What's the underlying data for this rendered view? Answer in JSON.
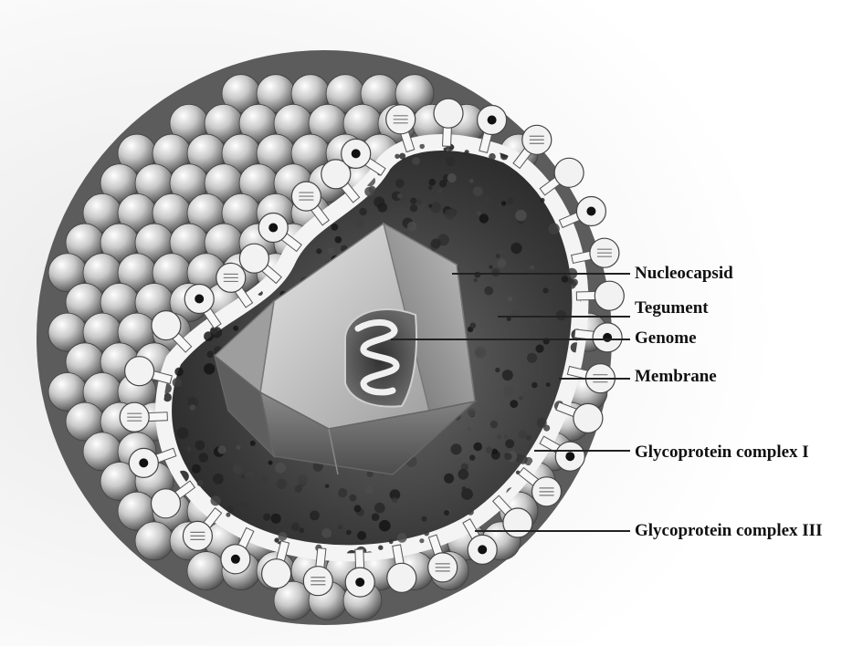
{
  "labels": {
    "nucleocapsid": "Nucleocapsid",
    "tegument": "Tegument",
    "genome": "Genome",
    "membrane": "Membrane",
    "glycoprotein_1": "Glycoprotein complex I",
    "glycoprotein_3": "Glycoprotein complex III"
  },
  "colors": {
    "background": "#ffffff",
    "sphere_light": "#f2f2f2",
    "sphere_dark": "#5a5a5a",
    "interior_dark": "#3c3c3c",
    "membrane": "#f4f4f4",
    "line": "#222222"
  }
}
